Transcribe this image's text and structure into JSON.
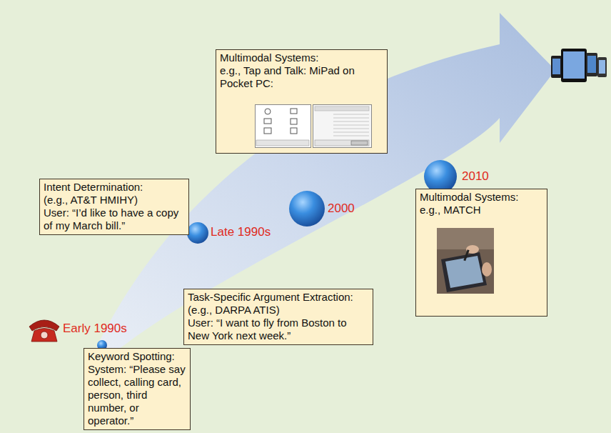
{
  "diagram": {
    "nodes": [
      {
        "text": [
          "Keyword Spotting:",
          "System: “Please say collect, calling card, person, third number, or operator.”"
        ]
      },
      {
        "text": [
          "Intent Determination:",
          "(e.g., AT&T HMIHY)",
          "User: “I’d like to have a copy of my March bill.”"
        ]
      },
      {
        "text": [
          "Task-Specific Argument Extraction: (e.g., DARPA ATIS)",
          "User: “I want to fly from Boston to New York next week.”"
        ]
      },
      {
        "text": [
          "Multimodal Systems:",
          "e.g., Tap and Talk: MiPad on Pocket PC:"
        ]
      },
      {
        "text": [
          "Multimodal Systems:",
          "e.g., MATCH"
        ]
      }
    ],
    "labels": [
      "Early 1990s",
      "Late 1990s",
      "2000",
      "2010"
    ]
  }
}
